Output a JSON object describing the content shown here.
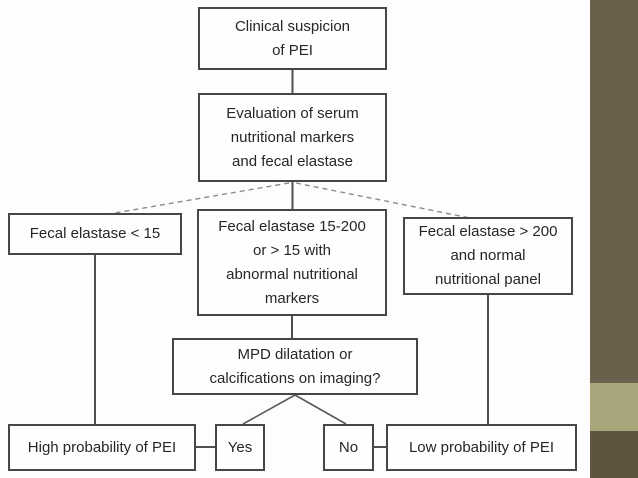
{
  "flowchart": {
    "nodes": {
      "clinical": {
        "label": "Clinical suspicion\nof PEI"
      },
      "evaluation": {
        "label": "Evaluation of serum\nnutritional markers\nand fecal elastase"
      },
      "elastase_low": {
        "label": "Fecal elastase < 15"
      },
      "elastase_mid": {
        "label": "Fecal elastase 15-200\nor > 15 with\nabnormal nutritional\nmarkers"
      },
      "elastase_high": {
        "label": "Fecal elastase > 200\nand normal\nnutritional panel"
      },
      "imaging": {
        "label": "MPD dilatation or\ncalcifications on imaging?"
      },
      "high_prob": {
        "label": "High probability of PEI"
      },
      "yes": {
        "label": "Yes"
      },
      "no": {
        "label": "No"
      },
      "low_prob": {
        "label": "Low probability of PEI"
      }
    }
  },
  "decor": {
    "edge_bar_top_color": "#69614B",
    "edge_bar_band_color": "#AAA67C",
    "edge_bar_bottom_color": "#5E5440"
  }
}
